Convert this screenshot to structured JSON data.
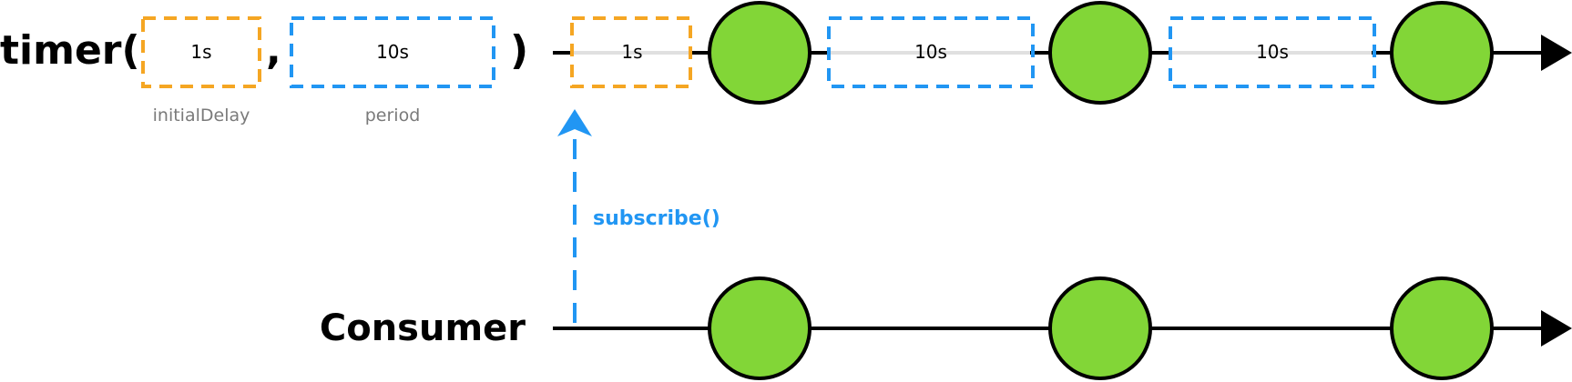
{
  "colors": {
    "marble_fill": "#82d637",
    "initial_delay_accent": "#f5a623",
    "period_accent": "#2196f3",
    "subscribe_accent": "#2196f3",
    "timeline": "#000000",
    "interval_line": "#e0e0e0",
    "param_label": "#7a7a7a"
  },
  "signature": {
    "function_open": "timer(",
    "comma": ",",
    "close_paren": ")",
    "params": [
      {
        "name": "initialDelay",
        "value": "1s"
      },
      {
        "name": "period",
        "value": "10s"
      }
    ]
  },
  "timer_timeline": {
    "label": "",
    "segments": [
      {
        "type": "initialDelay",
        "label": "1s"
      },
      {
        "type": "emission"
      },
      {
        "type": "period",
        "label": "10s"
      },
      {
        "type": "emission"
      },
      {
        "type": "period",
        "label": "10s"
      },
      {
        "type": "emission"
      }
    ]
  },
  "subscribe": {
    "label": "subscribe()"
  },
  "consumer_timeline": {
    "label": "Consumer",
    "emissions": 3
  }
}
